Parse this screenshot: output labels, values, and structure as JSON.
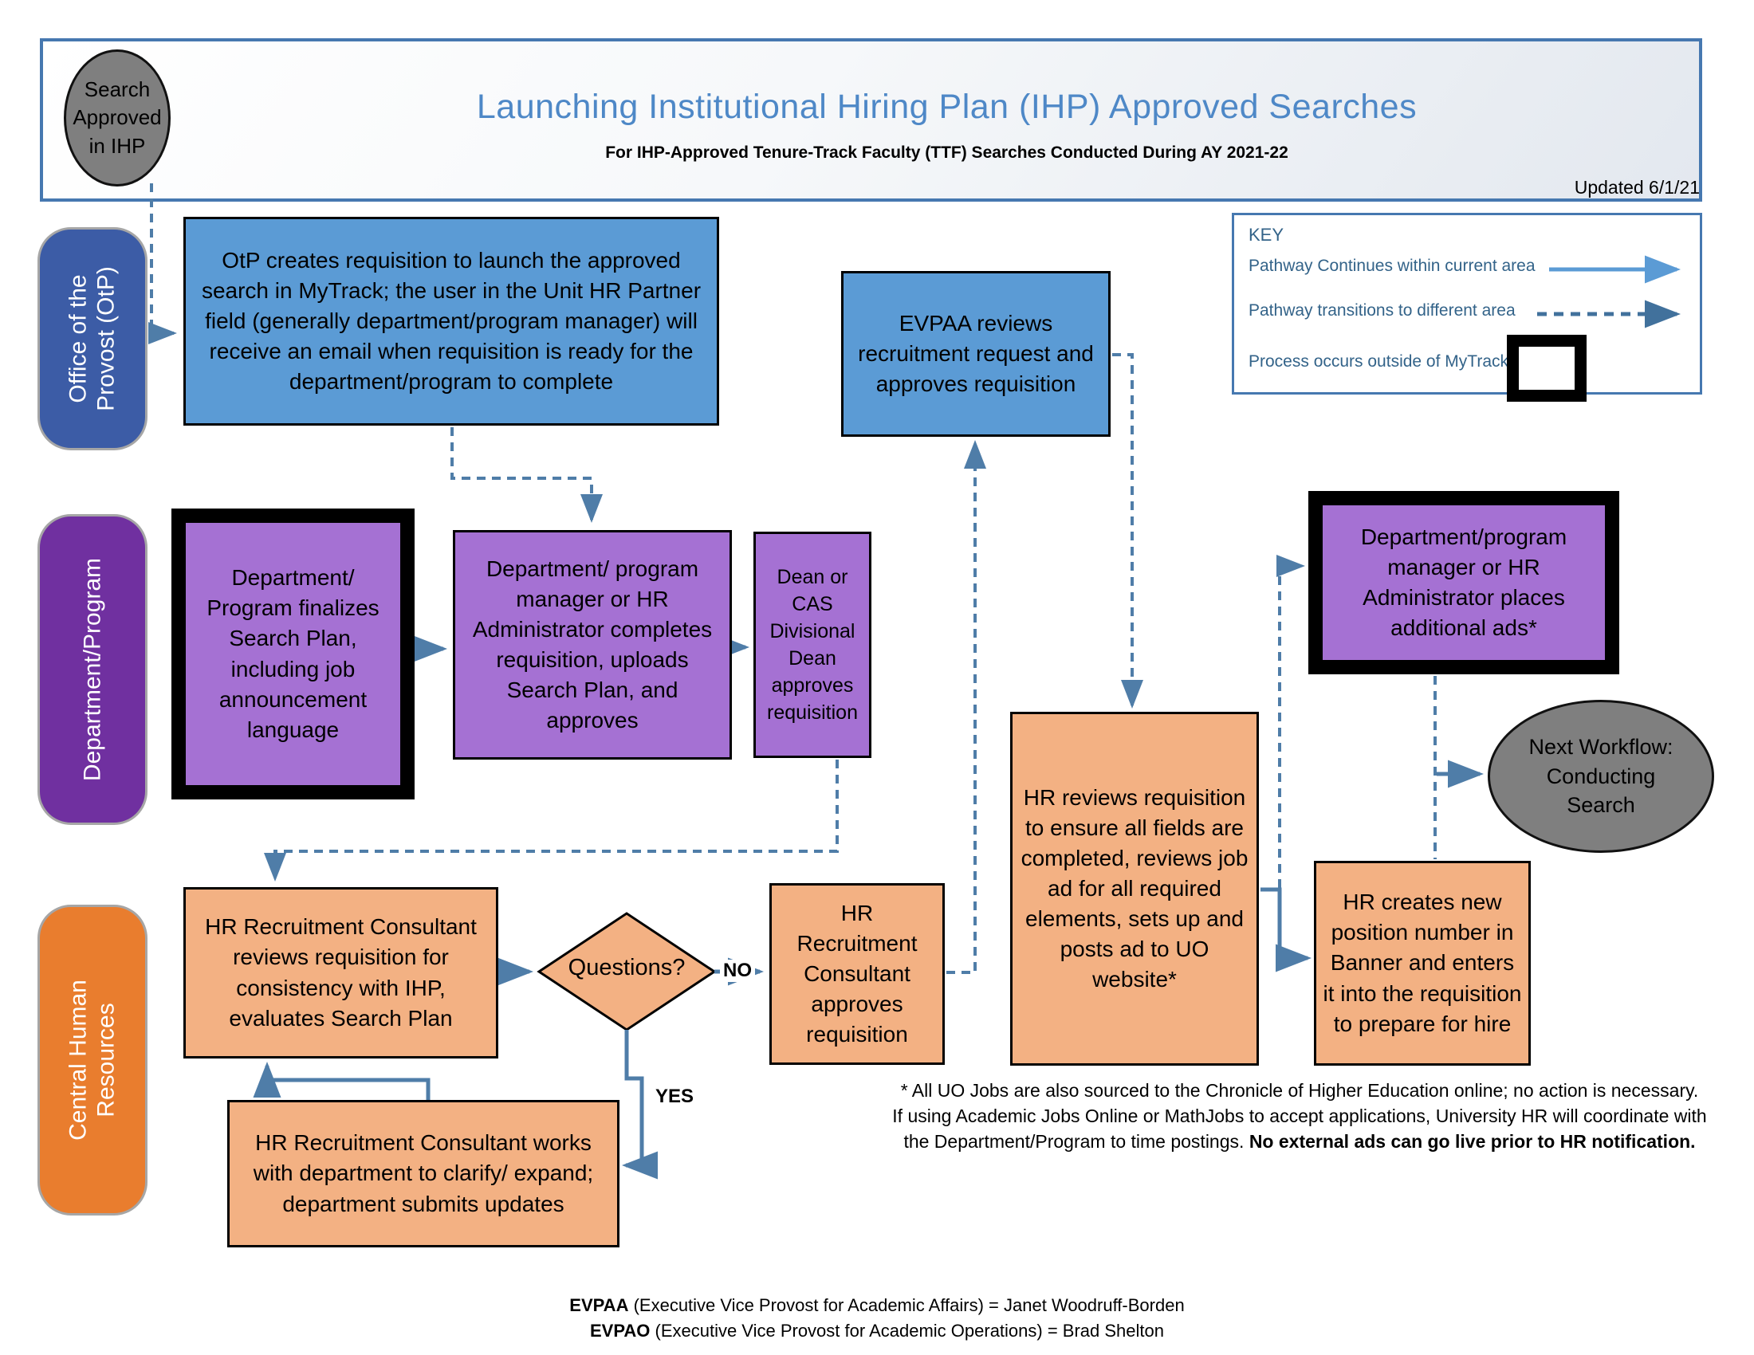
{
  "header": {
    "title": "Launching Institutional Hiring Plan (IHP) Approved Searches",
    "subtitle": "For IHP-Approved Tenure-Track Faculty (TTF) Searches Conducted During AY 2021-22",
    "updated": "Updated 6/1/21"
  },
  "start_ellipse": {
    "text": "Search\nApproved\nin IHP"
  },
  "end_ellipse": {
    "text": "Next Workflow:\nConducting\nSearch"
  },
  "key": {
    "title": "KEY",
    "items": [
      {
        "label": "Pathway Continues within current area",
        "symbol": "solid-arrow"
      },
      {
        "label": "Pathway transitions to different area",
        "symbol": "dashed-arrow"
      },
      {
        "label": "Process occurs outside of MyTrack",
        "symbol": "black-bordered-rectangle"
      }
    ]
  },
  "lanes": [
    {
      "id": "otp",
      "label": "Office of the\nProvost (OtP)",
      "color": "#3c5ca6"
    },
    {
      "id": "dept",
      "label": "Department/Program",
      "color": "#7030a0"
    },
    {
      "id": "chr",
      "label": "Central Human\nResources",
      "color": "#e97d2e"
    }
  ],
  "nodes": {
    "otp_creates": "OtP creates requisition to launch the approved search in MyTrack; the user in the Unit HR Partner field (generally department/program manager) will receive an email when requisition is ready for the department/program to complete",
    "evpaa": "EVPAA reviews recruitment request and approves requisition",
    "finalizes": "Department/ Program finalizes Search Plan, including job announcement language",
    "completes": "Department/ program manager or HR Administrator completes requisition, uploads Search Plan, and approves",
    "dean": "Dean or CAS Divisional Dean approves requisition",
    "places_ads": "Department/program manager or HR Administrator places additional ads*",
    "hr_reviews_ihp": "HR Recruitment Consultant reviews requisition for consistency with IHP, evaluates Search Plan",
    "hr_works": "HR Recruitment Consultant works with department to clarify/ expand; department submits updates",
    "hr_approves": "HR Recruitment Consultant approves requisition",
    "hr_posts": "HR reviews requisition to ensure all fields are completed, reviews job ad for all required elements, sets up and posts ad to UO website*",
    "hr_banner": "HR creates new position number in Banner and enters it into the requisition to prepare for hire"
  },
  "decision": {
    "label": "Questions?",
    "no_label": "NO",
    "yes_label": "YES"
  },
  "footnotes": {
    "line1": "* All UO Jobs are also sourced to the Chronicle of Higher Education online; no action is necessary.",
    "line2": "If using Academic Jobs Online or MathJobs to accept applications, University HR will coordinate with the Department/Program to time postings.  ",
    "line2_bold": "No external ads can go live prior to HR notification."
  },
  "legend": {
    "l1_bold": "EVPAA",
    "l1_rest": " (Executive Vice Provost for Academic Affairs) = Janet Woodruff-Borden",
    "l2_bold": "EVPAO",
    "l2_rest": " (Executive Vice Provost for Academic Operations) = Brad Shelton"
  },
  "colors": {
    "connector": "#4f7da8",
    "key_solid_arrow": "#5b9bd5",
    "key_dashed_arrow": "#41719c",
    "blue_box": "#5b9bd5",
    "purple_box": "#a571d3",
    "orange_box": "#f3b183",
    "gray_ellipse": "#7f7f7f",
    "lane_otp": "#3c5ca6",
    "lane_dept": "#7030a0",
    "lane_chr": "#e97d2e",
    "frame_border": "#4678b0",
    "title_text": "#4e88c7"
  }
}
